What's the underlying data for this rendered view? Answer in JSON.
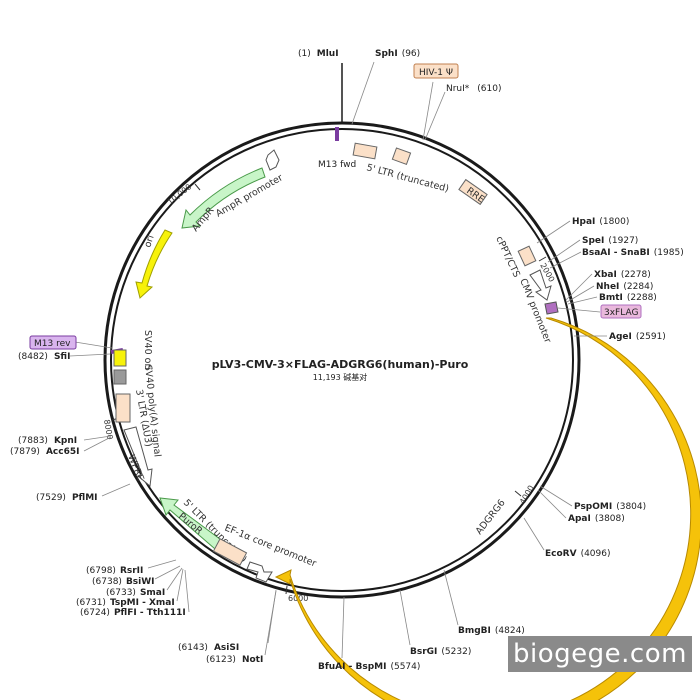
{
  "title": "pLV3-CMV-3×FLAG-ADGRG6(human)-Puro",
  "subtitle": "11,193 碱基对",
  "total_bp": 11193,
  "colors": {
    "backbone": "#1a1a1a",
    "adgrg6": "#f5c20a",
    "ampr": "#c8f5c8",
    "ori": "#f7f20a",
    "ltr": "#fbe0c8",
    "puror": "#c8f5c8",
    "primer": "#7a3ca0",
    "flag": "#d07ab8"
  },
  "ticks": [
    {
      "label": "2000",
      "bp": 2000
    },
    {
      "label": "4000",
      "bp": 4000
    },
    {
      "label": "6000",
      "bp": 6000
    },
    {
      "label": "8000",
      "bp": 8000
    },
    {
      "label": "10,000",
      "bp": 10000
    }
  ],
  "sites": [
    {
      "id": "mlui",
      "name": "MluI",
      "pos": "(1)",
      "left": true
    },
    {
      "id": "sphi",
      "name": "SphI",
      "pos": "(96)",
      "left": false
    },
    {
      "id": "nrui",
      "name": "NruI*",
      "pos": "(610)",
      "left": false,
      "gray": true
    },
    {
      "id": "hpai",
      "name": "HpaI",
      "pos": "(1800)",
      "left": false
    },
    {
      "id": "spei",
      "name": "SpeI",
      "pos": "(1927)",
      "left": false
    },
    {
      "id": "bsaai",
      "name": "BsaAI - SnaBI",
      "pos": "(1985)",
      "left": false
    },
    {
      "id": "xbai",
      "name": "XbaI",
      "pos": "(2278)",
      "left": false
    },
    {
      "id": "nhei",
      "name": "NheI",
      "pos": "(2284)",
      "left": false
    },
    {
      "id": "bmti",
      "name": "BmtI",
      "pos": "(2288)",
      "left": false
    },
    {
      "id": "agei",
      "name": "AgeI",
      "pos": "(2591)",
      "left": false
    },
    {
      "id": "pspomi",
      "name": "PspOMI",
      "pos": "(3804)",
      "left": false
    },
    {
      "id": "apai",
      "name": "ApaI",
      "pos": "(3808)",
      "left": false
    },
    {
      "id": "ecorv",
      "name": "EcoRV",
      "pos": "(4096)",
      "left": false
    },
    {
      "id": "bmgbi",
      "name": "BmgBI",
      "pos": "(4824)",
      "left": false
    },
    {
      "id": "bsrgi",
      "name": "BsrGI",
      "pos": "(5232)",
      "left": false
    },
    {
      "id": "bfuai",
      "name": "BfuAI - BspMI",
      "pos": "(5574)",
      "left": false
    },
    {
      "id": "asisi",
      "name": "AsiSI",
      "pos": "(6143)",
      "left": true
    },
    {
      "id": "noti",
      "name": "NotI",
      "pos": "(6123)",
      "left": true
    },
    {
      "id": "rsrii",
      "name": "RsrII",
      "pos": "(6798)",
      "left": true
    },
    {
      "id": "bsiwi",
      "name": "BsiWI",
      "pos": "(6738)",
      "left": true
    },
    {
      "id": "smai",
      "name": "SmaI",
      "pos": "(6733)",
      "left": true
    },
    {
      "id": "tspmi",
      "name": "TspMI - XmaI",
      "pos": "(6731)",
      "left": true
    },
    {
      "id": "pflfi",
      "name": "PflFI - Tth111I",
      "pos": "(6724)",
      "left": true
    },
    {
      "id": "pflmi",
      "name": "PflMI",
      "pos": "(7529)",
      "left": true
    },
    {
      "id": "kpni",
      "name": "KpnI",
      "pos": "(7883)",
      "left": true
    },
    {
      "id": "acc65i",
      "name": "Acc65I",
      "pos": "(7879)",
      "left": true
    },
    {
      "id": "sfii",
      "name": "SfiI",
      "pos": "(8482)",
      "left": true
    }
  ],
  "features": {
    "adgrg6": "ADGRG6",
    "ampr": "AmpR",
    "ampr_promoter": "AmpR promoter",
    "ori": "ori",
    "ltr5": "5' LTR (truncated)",
    "ltr5b": "5' LTR (truncated)",
    "rre": "RRE",
    "cppt": "cPPT/CTS",
    "cmv": "CMV promoter",
    "flag": "3xFLAG",
    "ef1a": "EF-1α core promoter",
    "puror": "PuroR",
    "wpre": "WPRE",
    "ltr3": "3' LTR (ΔU3)",
    "sv40pa": "SV40 poly(A) signal",
    "sv40ori": "SV40 ori",
    "hiv": "HIV-1 Ψ",
    "m13fwd": "M13 fwd",
    "m13rev": "M13 rev"
  },
  "watermark": "biogege.com"
}
